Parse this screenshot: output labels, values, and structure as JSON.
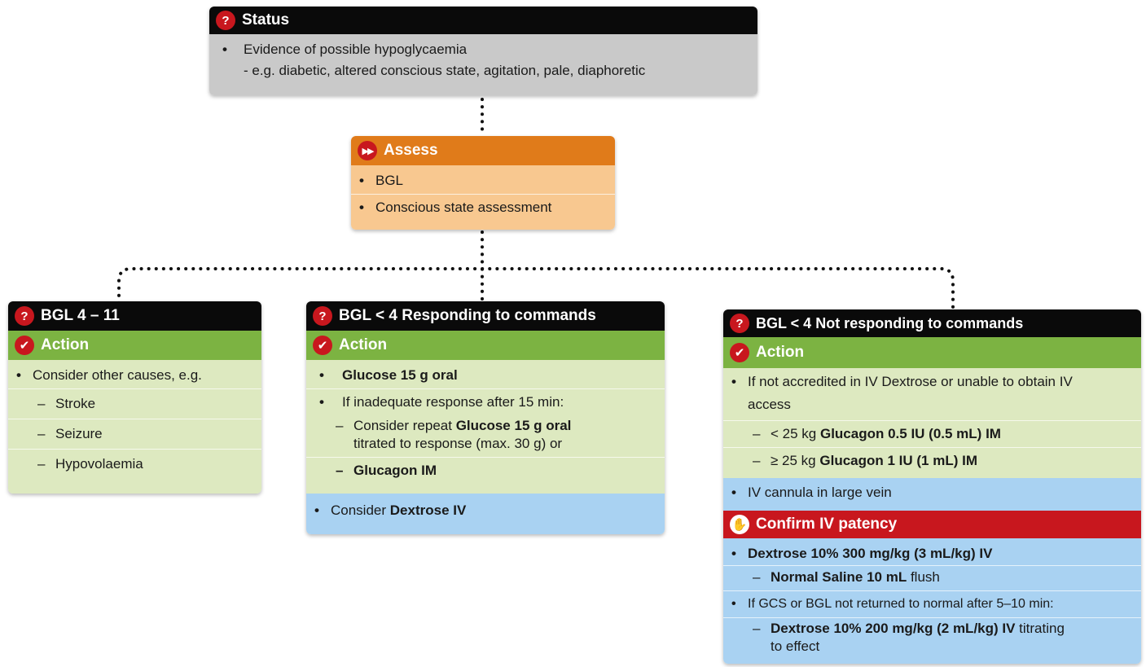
{
  "status": {
    "title": "Status",
    "line1": "Evidence of possible hypoglycaemia",
    "line2": "- e.g. diabetic, altered conscious state, agitation, pale, diaphoretic"
  },
  "assess": {
    "title": "Assess",
    "items": [
      "BGL",
      "Conscious state assessment"
    ]
  },
  "left": {
    "title": "BGL 4 – 11",
    "action_title": "Action",
    "item": "Consider other causes, e.g.",
    "subitems": [
      "Stroke",
      "Seizure",
      "Hypovolaemia"
    ]
  },
  "middle": {
    "title": "BGL < 4 Responding to commands",
    "action_title": "Action",
    "glucose": "Glucose 15 g oral",
    "inadequate": "If inadequate response after 15 min:",
    "repeat_pre": "Consider repeat ",
    "repeat_bold": "Glucose 15 g oral",
    "repeat_post": "titrated to response (max. 30 g) or",
    "glucagon": "Glucagon IM",
    "consider_pre": "Consider ",
    "consider_bold": "Dextrose IV"
  },
  "right": {
    "title": "BGL < 4 Not responding to commands",
    "action_title": "Action",
    "not_accredited_1": "If not accredited in IV Dextrose or unable to obtain IV",
    "not_accredited_2": "access",
    "dose1_pre": "< 25 kg ",
    "dose1_bold": "Glucagon 0.5 IU (0.5 mL) IM",
    "dose2_pre": "≥ 25 kg ",
    "dose2_bold": "Glucagon 1 IU (1 mL) IM",
    "iv_cannula": "IV cannula in large vein",
    "confirm_title": "Confirm IV patency",
    "dextrose300": "Dextrose 10% 300 mg/kg (3 mL/kg) IV",
    "saline_bold": "Normal Saline 10 mL",
    "saline_post": " flush",
    "gcs": "If GCS or BGL not returned to normal after 5–10 min:",
    "dextrose200_bold": "Dextrose 10% 200 mg/kg (2 mL/kg) IV",
    "dextrose200_post": " titrating",
    "dextrose200_line2": "to effect"
  },
  "colors": {
    "black_header": "#0a0a0a",
    "orange_header": "#e07b1a",
    "green_header": "#7cb342",
    "red_header": "#c8171e",
    "grey_body": "#c9c9c9",
    "peach_body": "#f8c890",
    "light_green_body": "#dde9c0",
    "light_blue_body": "#a9d2f2"
  },
  "icons": {
    "status": "question-icon",
    "assess": "fast-forward-icon",
    "action": "checkmark-icon",
    "confirm": "hand-stop-icon"
  }
}
